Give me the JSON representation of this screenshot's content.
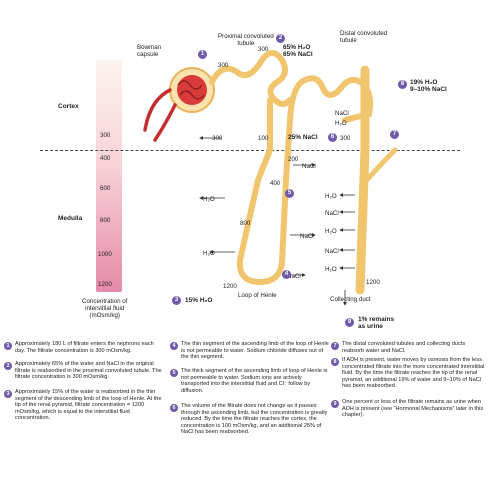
{
  "labels": {
    "bowman_capsule": "Bowman\ncapsule",
    "pct": "Proximal convoluted\ntubule",
    "dct": "Distal convoluted\ntubule",
    "cortex": "Cortex",
    "medulla": "Medulla",
    "loop": "Loop of Henle",
    "collecting": "Collecting duct",
    "conc_caption": "Concentration of\ninterstitial fluid\n(mOsm/kg)",
    "urine": "1% remains\nas urine"
  },
  "scale": [
    "300",
    "400",
    "600",
    "800",
    "1000",
    "1200"
  ],
  "values": {
    "v300a": "300",
    "v300b": "300",
    "v300c": "300",
    "v300d": "300",
    "v100": "100",
    "v200": "200",
    "v400": "400",
    "v800": "800",
    "v1200": "1200",
    "v1200b": "1200",
    "p65": "65% H₂O\n65% NaCl",
    "p25": "25% NaCl",
    "p15": "15% H₂O",
    "p19": "19% H₂O\n9–10% NaCl",
    "nacl": "NaCl",
    "h2o": "H₂O"
  },
  "steps": [
    "1",
    "2",
    "3",
    "4",
    "5",
    "6",
    "7",
    "8",
    "9"
  ],
  "legend": [
    {
      "n": "1",
      "text": "Approximately 180 L of filtrate enters the nephrons each day. The filtrate concentration is 300 mOsm/kg."
    },
    {
      "n": "2",
      "text": "Approximately 65% of the water and NaCl in the original filtrate is reabsorbed in the proximal convoluted tubule. The filtrate concentration is 300 mOsm/kg."
    },
    {
      "n": "3",
      "text": "Approximately 15% of the water is reabsorbed in the thin segment of the descending limb of the loop of Henle. At the tip of the renal pyramid, filtrate concentration = 1200 mOsm/kg, which is equal to the interstitial fluid concentration."
    },
    {
      "n": "4",
      "text": "The thin segment of the ascending limb of the loop of Henle is not permeable to water. Sodium chloride diffuses out of the thin segment."
    },
    {
      "n": "5",
      "text": "The thick segment of the ascending limb of loop of Henle is not permeable to water. Sodium ions are actively transported into the interstitial fluid and Cl⁻ follow by diffusion."
    },
    {
      "n": "6",
      "text": "The volume of the filtrate does not change as it passes through the ascending limb, but the concentration is greatly reduced. By the time the filtrate reaches the cortex, the concentration is 100 mOsm/kg, and an additional 25% of NaCl has been reabsorbed."
    },
    {
      "n": "7",
      "text": "The distal convoluted tubules and collecting ducts reabsorb water and NaCl."
    },
    {
      "n": "8",
      "text": "If ADH is present, water moves by osmosis from the less concentrated filtrate into the more concentrated interstitial fluid. By the time the filtrate reaches the tip of the renal pyramid, an additional 19% of water and 9–10% of NaCl has been reabsorbed."
    },
    {
      "n": "9",
      "text": "One percent or less of the filtrate remains as urine when ADH is present (see “Hormonal Mechanisms” later in this chapter)."
    }
  ]
}
